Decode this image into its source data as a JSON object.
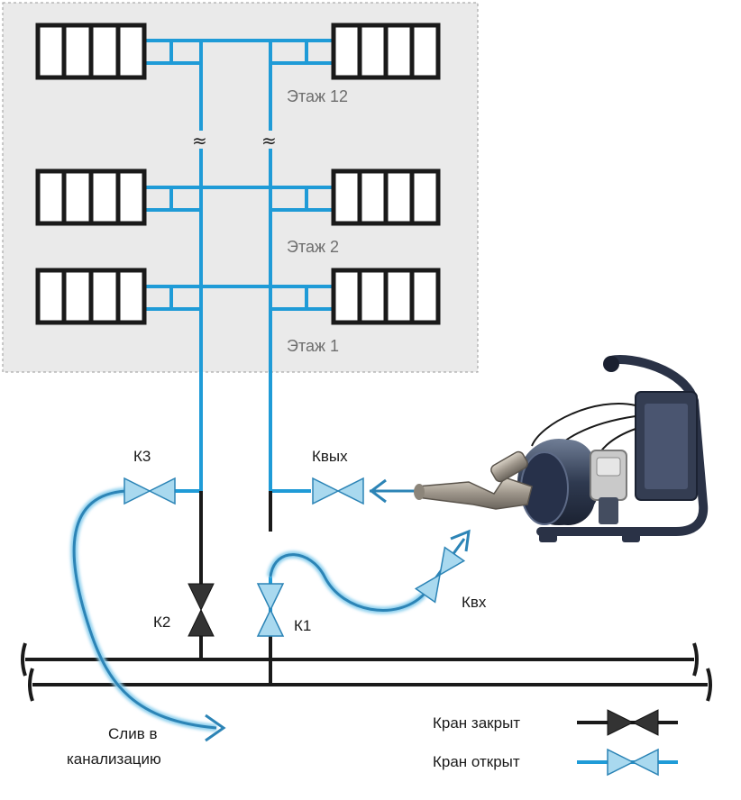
{
  "floors": [
    {
      "label": "Этаж 12"
    },
    {
      "label": "Этаж 2"
    },
    {
      "label": "Этаж 1"
    }
  ],
  "break_symbol": "≈",
  "valves": {
    "k1": "К1",
    "k2": "К2",
    "k3": "К3",
    "kvykh": "Квых",
    "kvkh": "Квх"
  },
  "drain_label_line1": "Слив в",
  "drain_label_line2": "канализацию",
  "legend": {
    "closed": "Кран закрыт",
    "open": "Кран открыт"
  },
  "colors": {
    "pipe_blue": "#1f9bd7",
    "hose_blue": "#2c84b6",
    "valve_fill": "#a9d9ef",
    "valve_closed": "#333333",
    "building_bg": "#eaeaea"
  }
}
